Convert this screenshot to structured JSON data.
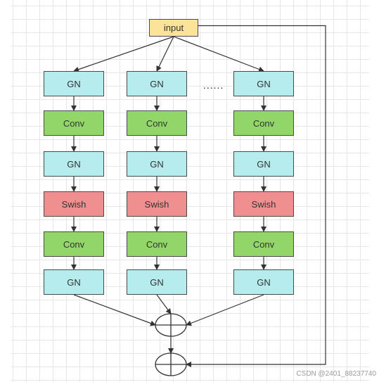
{
  "diagram": {
    "input_label": "input",
    "ellipsis": "......",
    "branches": [
      {
        "nodes": [
          {
            "label": "GN",
            "kind": "gn"
          },
          {
            "label": "Conv",
            "kind": "conv"
          },
          {
            "label": "GN",
            "kind": "gn"
          },
          {
            "label": "Swish",
            "kind": "swish"
          },
          {
            "label": "Conv",
            "kind": "conv"
          },
          {
            "label": "GN",
            "kind": "gn"
          }
        ]
      },
      {
        "nodes": [
          {
            "label": "GN",
            "kind": "gn"
          },
          {
            "label": "Conv",
            "kind": "conv"
          },
          {
            "label": "GN",
            "kind": "gn"
          },
          {
            "label": "Swish",
            "kind": "swish"
          },
          {
            "label": "Conv",
            "kind": "conv"
          },
          {
            "label": "GN",
            "kind": "gn"
          }
        ]
      },
      {
        "nodes": [
          {
            "label": "GN",
            "kind": "gn"
          },
          {
            "label": "Conv",
            "kind": "conv"
          },
          {
            "label": "GN",
            "kind": "gn"
          },
          {
            "label": "Swish",
            "kind": "swish"
          },
          {
            "label": "Conv",
            "kind": "conv"
          },
          {
            "label": "GN",
            "kind": "gn"
          }
        ]
      }
    ],
    "operators": [
      "add-operator",
      "add-operator"
    ],
    "colors": {
      "gn": "#b6ecee",
      "conv": "#92d66a",
      "swish": "#ef8f8f",
      "input": "#fbe49a",
      "stroke": "#4a4a4a",
      "arrow": "#333333"
    }
  },
  "watermark": "CSDN @2401_88237740"
}
